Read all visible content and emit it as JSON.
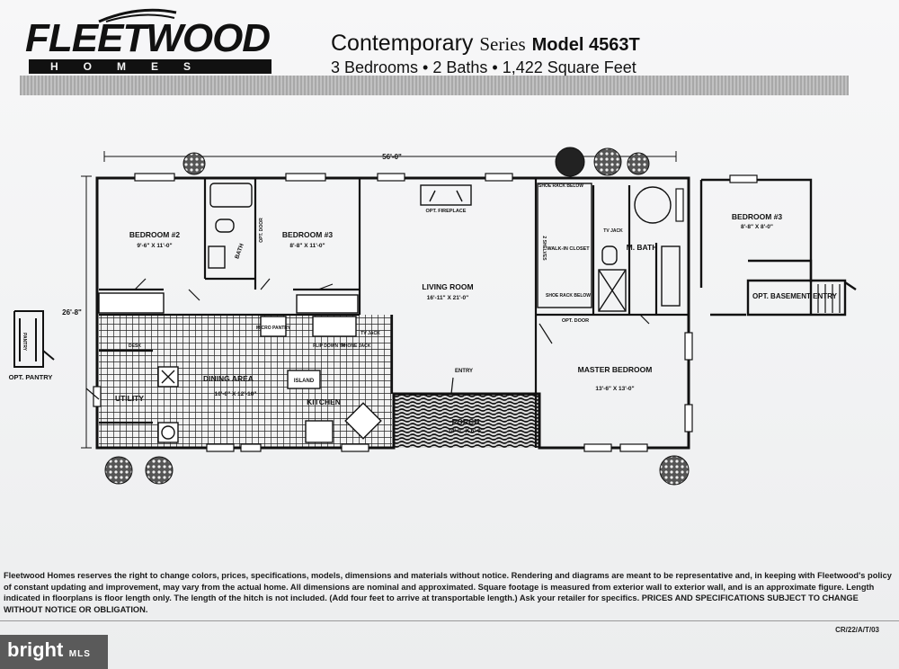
{
  "brand": {
    "name": "FLEETWOOD",
    "sub": "HOMES"
  },
  "header": {
    "series_prefix": "Contemporary",
    "series_word": "Series",
    "model": "Model 4563T",
    "specs": "3 Bedrooms • 2 Baths • 1,422 Square Feet"
  },
  "plan": {
    "overall_width": "56'-0\"",
    "overall_depth": "26'-8\"",
    "rooms": {
      "bedroom2": {
        "name": "BEDROOM #2",
        "dims": "9'-6\" X 11'-0\""
      },
      "bath": {
        "name": "BATH"
      },
      "bedroom3": {
        "name": "BEDROOM #3",
        "dims": "8'-8\" X 11'-0\""
      },
      "living": {
        "name": "LIVING ROOM",
        "dims": "16'-11\" X 21'-0\""
      },
      "fireplace": {
        "name": "OPT. FIREPLACE"
      },
      "closet": {
        "name": "WALK-IN CLOSET"
      },
      "shelves": {
        "name": "2 SHELVES"
      },
      "shoe_rack_top": {
        "name": "SHOE RACK BELOW"
      },
      "shoe_rack_bottom": {
        "name": "SHOE RACK BELOW"
      },
      "tv_jack_bath": {
        "name": "TV JACK"
      },
      "master_bath": {
        "name": "M. BATH"
      },
      "opt_door_bath": {
        "name": "OPT. DOOR"
      },
      "opt_door_master": {
        "name": "OPT. DOOR"
      },
      "utility": {
        "name": "UTILITY"
      },
      "dining": {
        "name": "DINING AREA",
        "dims": "10'-0\" X 12'-10\""
      },
      "kitchen": {
        "name": "KITCHEN"
      },
      "island": {
        "name": "ISLAND"
      },
      "micro": {
        "name": "MICRO PANTRY"
      },
      "flip_down": {
        "name": "FLIP DOWN TV"
      },
      "phone_jack": {
        "name": "PHONE JACK"
      },
      "desk": {
        "name": "DESK"
      },
      "tv_jack_kitchen": {
        "name": "TV JACK"
      },
      "entry": {
        "name": "ENTRY"
      },
      "porch": {
        "name": "PORCH",
        "dims": "14'-0\" X 6'-0\""
      },
      "master_bedroom": {
        "name": "MASTER BEDROOM",
        "dims": "13'-6\" X 13'-0\""
      },
      "opt_pantry": {
        "name": "OPT. PANTRY"
      },
      "pantry_small": {
        "name": "PANTRY"
      },
      "alt_bedroom3": {
        "name": "BEDROOM #3",
        "dims": "8'-8\" X 8'-0\""
      },
      "opt_basement": {
        "name": "OPT. BASEMENT ENTRY"
      }
    }
  },
  "disclaimer": "Fleetwood Homes reserves the right to change colors, prices, specifications, models, dimensions and materials without notice. Rendering and diagrams are meant to be representative and, in keeping with Fleetwood's policy of constant updating and improvement, may vary from the actual home. All dimensions are nominal and approximated. Square footage is measured from exterior wall to exterior wall, and is an approximate figure. Length indicated in floorplans is floor length only. The length of the hitch is not included. (Add four feet to arrive at transportable length.) Ask your retailer for specifics. PRICES AND SPECIFICATIONS SUBJECT TO CHANGE WITHOUT NOTICE OR OBLIGATION.",
  "doc_code": "CR/22/A/T/03",
  "watermark": {
    "word": "bright",
    "tag": "MLS"
  }
}
